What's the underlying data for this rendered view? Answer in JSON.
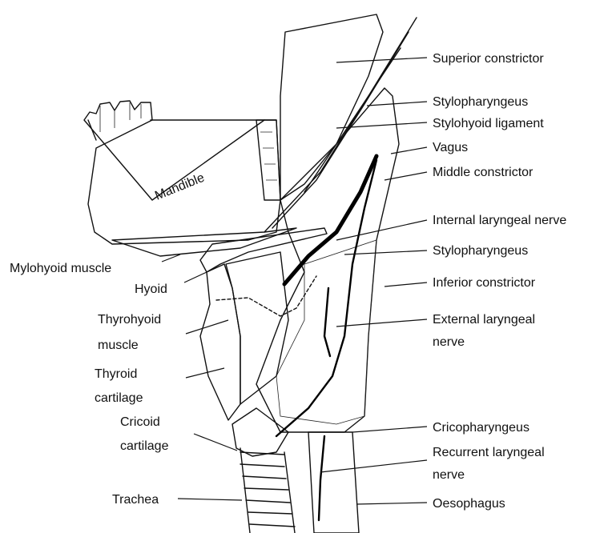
{
  "labels_right": {
    "superior_constrictor": "Superior constrictor",
    "stylopharyngeus_upper": "Stylopharyngeus",
    "stylohyoid_ligament": "Stylohyoid ligament",
    "vagus": "Vagus",
    "middle_constrictor": "Middle constrictor",
    "internal_laryngeal_nerve": "Internal laryngeal nerve",
    "stylopharyngeus_lower": "Stylopharyngeus",
    "inferior_constrictor": "Inferior constrictor",
    "external_laryngeal_nerve_line1": "External laryngeal",
    "external_laryngeal_nerve_line2": "nerve",
    "cricopharyngeus": "Cricopharyngeus",
    "recurrent_laryngeal_nerve_line1": "Recurrent laryngeal",
    "recurrent_laryngeal_nerve_line2": "nerve",
    "oesophagus": "Oesophagus"
  },
  "labels_left": {
    "mandible": "Mandible",
    "mylohyoid_muscle": "Mylohyoid muscle",
    "hyoid": "Hyoid",
    "thyrohyoid_line1": "Thyrohyoid",
    "thyrohyoid_line2": "muscle",
    "thyroid_line1": "Thyroid",
    "thyroid_line2": "cartilage",
    "cricoid_line1": "Cricoid",
    "cricoid_line2": "cartilage",
    "trachea": "Trachea"
  }
}
